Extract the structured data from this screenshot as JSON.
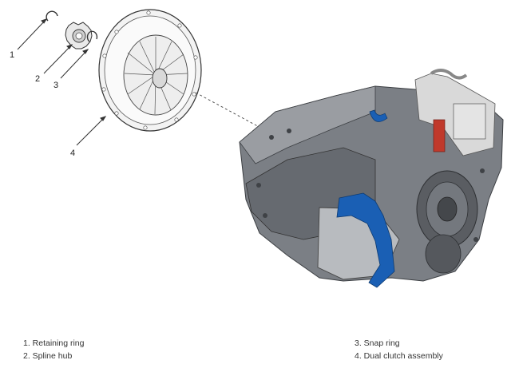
{
  "callouts": [
    "1",
    "2",
    "3",
    "4"
  ],
  "legend": {
    "left": [
      "1. Retaining ring",
      "2. Spline hub"
    ],
    "right": [
      "3. Snap ring",
      "4. Dual clutch assembly"
    ]
  },
  "colors": {
    "line": "#333333",
    "housing_dark": "#5a5d62",
    "housing_mid": "#8a8d92",
    "housing_light": "#b8bbbf",
    "blue_parts": "#1a5fb4",
    "red_parts": "#c0392b"
  }
}
